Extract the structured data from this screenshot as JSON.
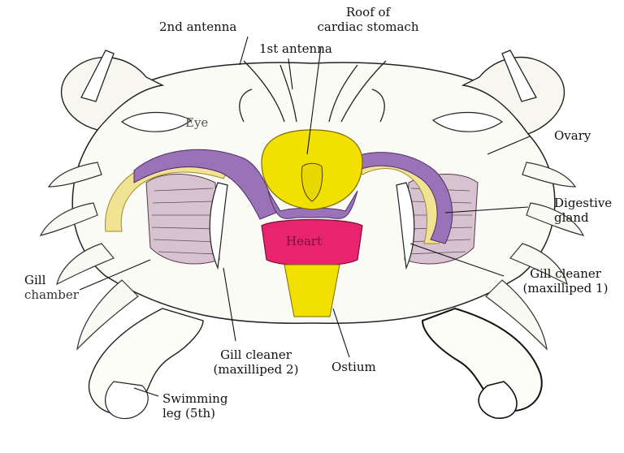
{
  "labels": {
    "roof_cardiac_stomach": [
      "Roof of",
      "cardiac stomach"
    ],
    "second_antenna": "2nd antenna",
    "first_antenna": "1st antenna",
    "eye": "Eye",
    "ovary": "Ovary",
    "digestive_gland": [
      "Digestive",
      "gland"
    ],
    "heart": "Heart",
    "gill_chamber": [
      "Gill",
      "chamber"
    ],
    "gill_cleaner_1": [
      "Gill cleaner",
      "(maxilliped 1)"
    ],
    "gill_cleaner_2": [
      "Gill cleaner",
      "(maxilliped 2)"
    ],
    "ostium": "Ostium",
    "swimming_leg": [
      "Swimming",
      "leg (5th)"
    ]
  },
  "colors": {
    "stomach": "#f2e000",
    "digestive_gland": "#9a72b8",
    "ovary_band": "#f1e394",
    "heart": "#e8246e",
    "ink": "#1a1a1a"
  }
}
